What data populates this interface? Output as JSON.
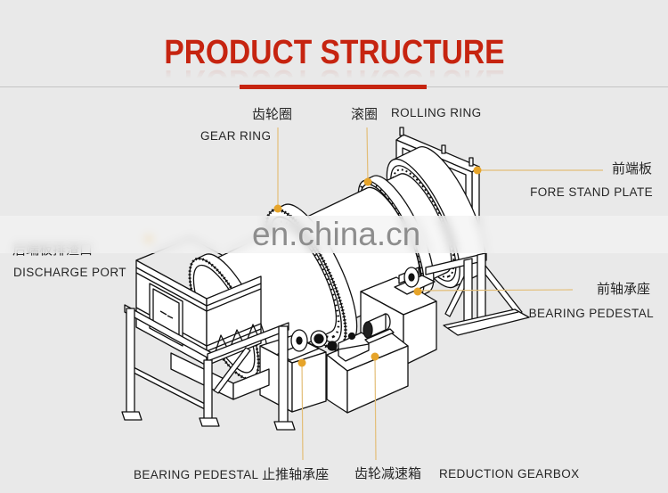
{
  "header": {
    "title": "PRODUCT STRUCTURE"
  },
  "callouts": {
    "gear_ring": {
      "cn": "齿轮圈",
      "en": "GEAR RING"
    },
    "rolling_ring": {
      "cn": "滚圈",
      "en": "ROLLING RING"
    },
    "fore_stand_plate": {
      "cn": "前端板",
      "en": "FORE STAND PLATE"
    },
    "discharge_port": {
      "cn": "后端板排渣口",
      "en": "DISCHARGE PORT"
    },
    "front_bearing_pedestal": {
      "cn": "前轴承座",
      "en": "BEARING PEDESTAL"
    },
    "thrust_bearing_pedestal": {
      "en": "BEARING PEDESTAL",
      "cn": "止推轴承座"
    },
    "reduction_gearbox": {
      "cn": "齿轮减速箱",
      "en": "REDUCTION GEARBOX"
    }
  },
  "watermark": {
    "text": "en.china.cn"
  },
  "colors": {
    "accent": "#c62410",
    "leader_line": "#e3be78",
    "leader_marker": "#e6a42a",
    "background": "#e9e9e9",
    "divider": "#c4c4c4"
  }
}
